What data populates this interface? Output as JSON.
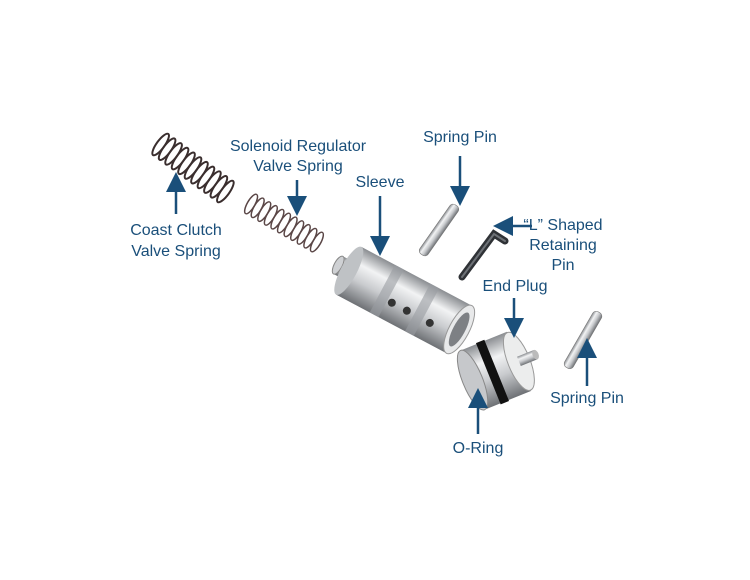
{
  "labels": {
    "spring_pin_top": "Spring Pin",
    "solenoid_spring": [
      "Solenoid Regulator",
      "Valve Spring"
    ],
    "sleeve": "Sleeve",
    "coast_spring": [
      "Coast Clutch",
      "Valve Spring"
    ],
    "l_pin": [
      "“L” Shaped",
      "Retaining",
      "Pin"
    ],
    "end_plug": "End Plug",
    "spring_pin_right": "Spring Pin",
    "o_ring": "O-Ring"
  },
  "colors": {
    "label": "#1a4f7a",
    "arrow": "#1a4f7a"
  }
}
